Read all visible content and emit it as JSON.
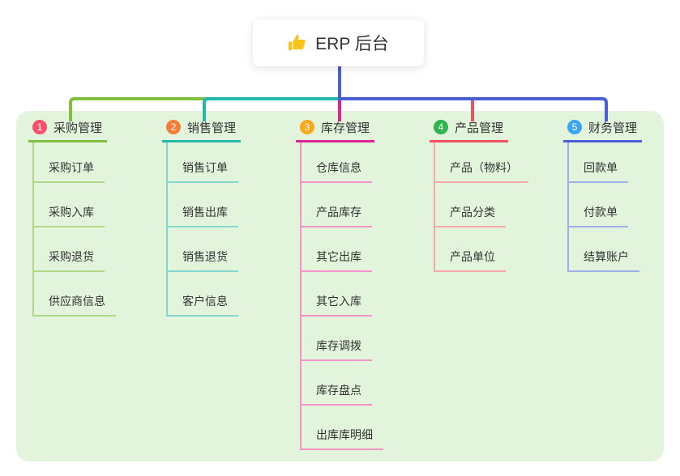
{
  "root": {
    "title": "ERP 后台",
    "icon": "thumbs-up-icon",
    "icon_color": "#fbc21b"
  },
  "panel": {
    "background": "#e3f4dd"
  },
  "trunk_color": "#4a5ed5",
  "branches": [
    {
      "num": "1",
      "label": "采购管理",
      "line_color": "#82bf3e",
      "item_line_color": "#b2d887",
      "badge_color": "#f4516c",
      "items": [
        "采购订单",
        "采购入库",
        "采购退货",
        "供应商信息"
      ]
    },
    {
      "num": "2",
      "label": "销售管理",
      "line_color": "#25b8aa",
      "item_line_color": "#84d6ce",
      "badge_color": "#f57e38",
      "items": [
        "销售订单",
        "销售出库",
        "销售退货",
        "客户信息"
      ]
    },
    {
      "num": "3",
      "label": "库存管理",
      "line_color": "#dd2497",
      "item_line_color": "#f395c9",
      "badge_color": "#fba81d",
      "items": [
        "仓库信息",
        "产品库存",
        "其它出库",
        "其它入库",
        "库存调拨",
        "库存盘点",
        "出库库明细"
      ]
    },
    {
      "num": "4",
      "label": "产品管理",
      "line_color": "#f05060",
      "item_line_color": "#f7a8ab",
      "badge_color": "#2db44d",
      "items": [
        "产品（物料）",
        "产品分类",
        "产品单位"
      ]
    },
    {
      "num": "5",
      "label": "财务管理",
      "line_color": "#4a5ed5",
      "item_line_color": "#9db1e8",
      "badge_color": "#3ca4f0",
      "items": [
        "回款单",
        "付款单",
        "结算账户"
      ]
    }
  ]
}
